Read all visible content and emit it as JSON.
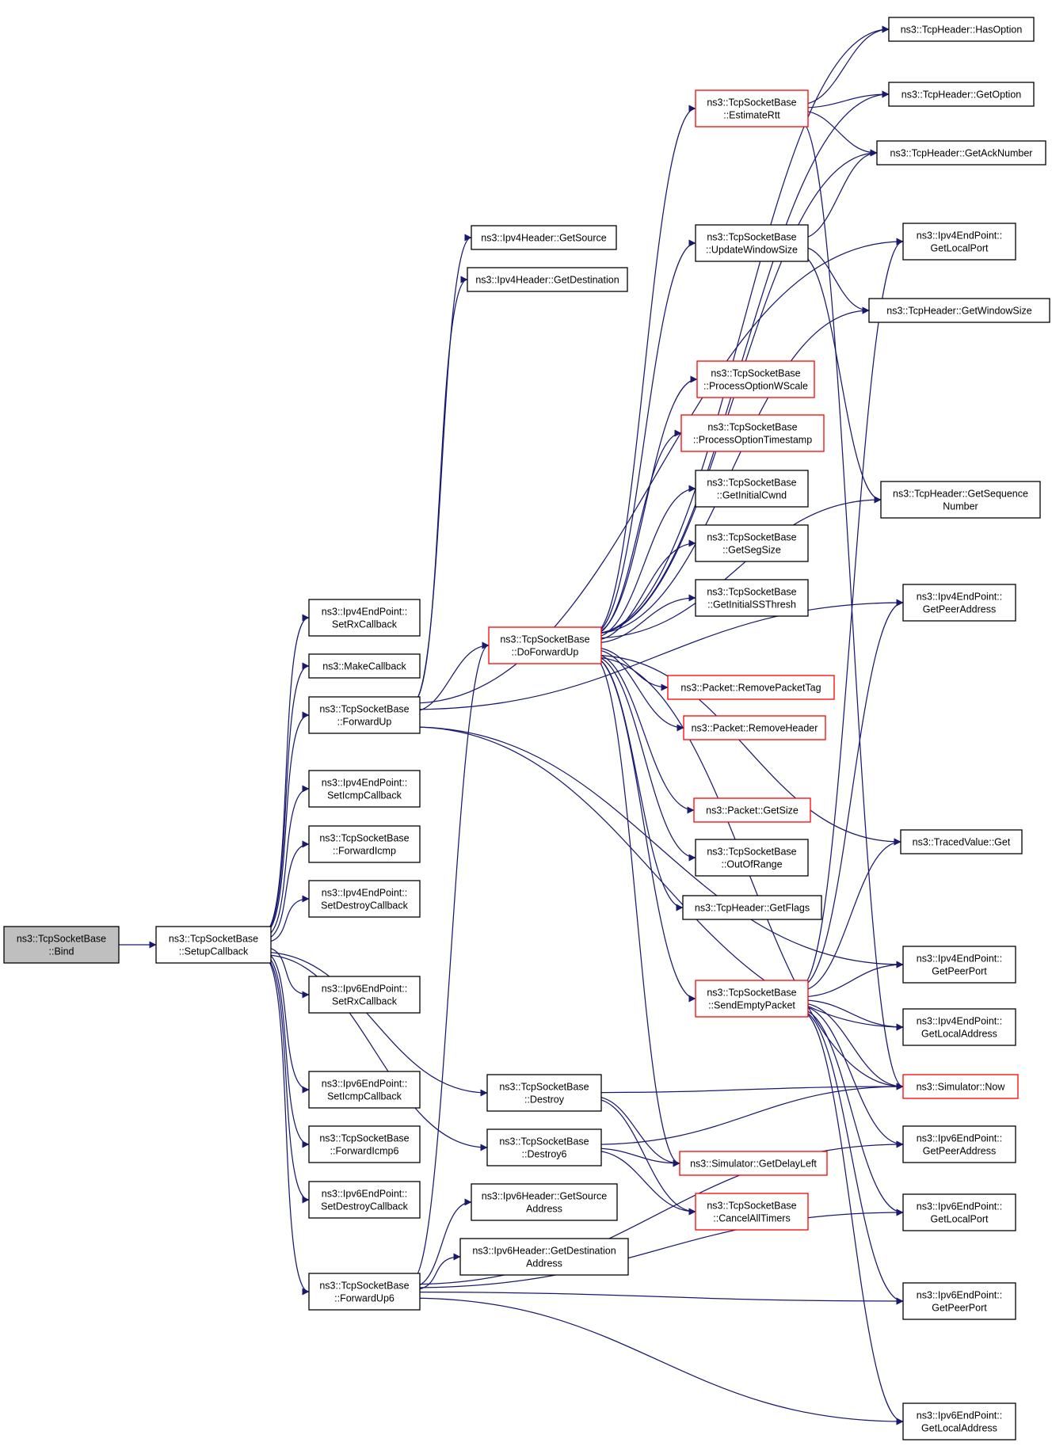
{
  "colors": {
    "edge": "#191970",
    "node_border": "#000000",
    "node_border_truncated": "#ff0000",
    "node_fill": "#ffffff",
    "root_fill": "#bfbfbf"
  },
  "nodes": [
    {
      "id": "bind",
      "lines": [
        "ns3::TcpSocketBase",
        "::Bind"
      ],
      "border": "black",
      "root": true
    },
    {
      "id": "setupcallback",
      "lines": [
        "ns3::TcpSocketBase",
        "::SetupCallback"
      ],
      "border": "black"
    },
    {
      "id": "ipv4ep_setrxcb",
      "lines": [
        "ns3::Ipv4EndPoint::",
        "SetRxCallback"
      ],
      "border": "black"
    },
    {
      "id": "makecallback",
      "lines": [
        "ns3::MakeCallback"
      ],
      "border": "black"
    },
    {
      "id": "forwardup",
      "lines": [
        "ns3::TcpSocketBase",
        "::ForwardUp"
      ],
      "border": "black"
    },
    {
      "id": "ipv4ep_seticmpcb",
      "lines": [
        "ns3::Ipv4EndPoint::",
        "SetIcmpCallback"
      ],
      "border": "black"
    },
    {
      "id": "forwardicmp",
      "lines": [
        "ns3::TcpSocketBase",
        "::ForwardIcmp"
      ],
      "border": "black"
    },
    {
      "id": "ipv4ep_setdestroycb",
      "lines": [
        "ns3::Ipv4EndPoint::",
        "SetDestroyCallback"
      ],
      "border": "black"
    },
    {
      "id": "ipv6ep_setrxcb",
      "lines": [
        "ns3::Ipv6EndPoint::",
        "SetRxCallback"
      ],
      "border": "black"
    },
    {
      "id": "ipv6ep_seticmpcb",
      "lines": [
        "ns3::Ipv6EndPoint::",
        "SetIcmpCallback"
      ],
      "border": "black"
    },
    {
      "id": "forwardicmp6",
      "lines": [
        "ns3::TcpSocketBase",
        "::ForwardIcmp6"
      ],
      "border": "black"
    },
    {
      "id": "ipv6ep_setdestroycb",
      "lines": [
        "ns3::Ipv6EndPoint::",
        "SetDestroyCallback"
      ],
      "border": "black"
    },
    {
      "id": "forwardup6",
      "lines": [
        "ns3::TcpSocketBase",
        "::ForwardUp6"
      ],
      "border": "black"
    },
    {
      "id": "ipv4h_getsource",
      "lines": [
        "ns3::Ipv4Header::GetSource"
      ],
      "border": "black"
    },
    {
      "id": "ipv4h_getdest",
      "lines": [
        "ns3::Ipv4Header::GetDestination"
      ],
      "border": "black"
    },
    {
      "id": "doforwardup",
      "lines": [
        "ns3::TcpSocketBase",
        "::DoForwardUp"
      ],
      "border": "red"
    },
    {
      "id": "destroy",
      "lines": [
        "ns3::TcpSocketBase",
        "::Destroy"
      ],
      "border": "black"
    },
    {
      "id": "destroy6",
      "lines": [
        "ns3::TcpSocketBase",
        "::Destroy6"
      ],
      "border": "black"
    },
    {
      "id": "ipv6h_getsource",
      "lines": [
        "ns3::Ipv6Header::GetSource",
        "Address"
      ],
      "border": "black"
    },
    {
      "id": "ipv6h_getdest",
      "lines": [
        "ns3::Ipv6Header::GetDestination",
        "Address"
      ],
      "border": "black"
    },
    {
      "id": "estimatertt",
      "lines": [
        "ns3::TcpSocketBase",
        "::EstimateRtt"
      ],
      "border": "red"
    },
    {
      "id": "updatewindowsize",
      "lines": [
        "ns3::TcpSocketBase",
        "::UpdateWindowSize"
      ],
      "border": "black"
    },
    {
      "id": "processoptionwscale",
      "lines": [
        "ns3::TcpSocketBase",
        "::ProcessOptionWScale"
      ],
      "border": "red"
    },
    {
      "id": "processoptiontimestamp",
      "lines": [
        "ns3::TcpSocketBase",
        "::ProcessOptionTimestamp"
      ],
      "border": "red"
    },
    {
      "id": "getinitialcwnd",
      "lines": [
        "ns3::TcpSocketBase",
        "::GetInitialCwnd"
      ],
      "border": "black"
    },
    {
      "id": "getsegsize",
      "lines": [
        "ns3::TcpSocketBase",
        "::GetSegSize"
      ],
      "border": "black"
    },
    {
      "id": "getinitialssthresh",
      "lines": [
        "ns3::TcpSocketBase",
        "::GetInitialSSThresh"
      ],
      "border": "black"
    },
    {
      "id": "removepackettag",
      "lines": [
        "ns3::Packet::RemovePacketTag"
      ],
      "border": "red"
    },
    {
      "id": "removeheader",
      "lines": [
        "ns3::Packet::RemoveHeader"
      ],
      "border": "red"
    },
    {
      "id": "packet_getsize",
      "lines": [
        "ns3::Packet::GetSize"
      ],
      "border": "red"
    },
    {
      "id": "outofrange",
      "lines": [
        "ns3::TcpSocketBase",
        "::OutOfRange"
      ],
      "border": "black"
    },
    {
      "id": "tcph_getflags",
      "lines": [
        "ns3::TcpHeader::GetFlags"
      ],
      "border": "black"
    },
    {
      "id": "sendemptypacket",
      "lines": [
        "ns3::TcpSocketBase",
        "::SendEmptyPacket"
      ],
      "border": "red"
    },
    {
      "id": "sim_getdelayleft",
      "lines": [
        "ns3::Simulator::GetDelayLeft"
      ],
      "border": "red"
    },
    {
      "id": "cancelalltimers",
      "lines": [
        "ns3::TcpSocketBase",
        "::CancelAllTimers"
      ],
      "border": "red"
    },
    {
      "id": "tcph_hasoption",
      "lines": [
        "ns3::TcpHeader::HasOption"
      ],
      "border": "black"
    },
    {
      "id": "tcph_getoption",
      "lines": [
        "ns3::TcpHeader::GetOption"
      ],
      "border": "black"
    },
    {
      "id": "tcph_getacknumber",
      "lines": [
        "ns3::TcpHeader::GetAckNumber"
      ],
      "border": "black"
    },
    {
      "id": "ipv4ep_getlocalport",
      "lines": [
        "ns3::Ipv4EndPoint::",
        "GetLocalPort"
      ],
      "border": "black"
    },
    {
      "id": "tcph_getwindowsize",
      "lines": [
        "ns3::TcpHeader::GetWindowSize"
      ],
      "border": "black"
    },
    {
      "id": "tcph_getseqnumber",
      "lines": [
        "ns3::TcpHeader::GetSequence",
        "Number"
      ],
      "border": "black"
    },
    {
      "id": "ipv4ep_getpeeraddress",
      "lines": [
        "ns3::Ipv4EndPoint::",
        "GetPeerAddress"
      ],
      "border": "black"
    },
    {
      "id": "tracedvalue_get",
      "lines": [
        "ns3::TracedValue::Get"
      ],
      "border": "black"
    },
    {
      "id": "ipv4ep_getpeerport",
      "lines": [
        "ns3::Ipv4EndPoint::",
        "GetPeerPort"
      ],
      "border": "black"
    },
    {
      "id": "ipv4ep_getlocaladdress",
      "lines": [
        "ns3::Ipv4EndPoint::",
        "GetLocalAddress"
      ],
      "border": "black"
    },
    {
      "id": "sim_now",
      "lines": [
        "ns3::Simulator::Now"
      ],
      "border": "red"
    },
    {
      "id": "ipv6ep_getpeeraddress",
      "lines": [
        "ns3::Ipv6EndPoint::",
        "GetPeerAddress"
      ],
      "border": "black"
    },
    {
      "id": "ipv6ep_getlocalport",
      "lines": [
        "ns3::Ipv6EndPoint::",
        "GetLocalPort"
      ],
      "border": "black"
    },
    {
      "id": "ipv6ep_getpeerport",
      "lines": [
        "ns3::Ipv6EndPoint::",
        "GetPeerPort"
      ],
      "border": "black"
    },
    {
      "id": "ipv6ep_getlocaladdress",
      "lines": [
        "ns3::Ipv6EndPoint::",
        "GetLocalAddress"
      ],
      "border": "black"
    }
  ],
  "edges": [
    [
      "bind",
      "setupcallback"
    ],
    [
      "setupcallback",
      "ipv4ep_setrxcb"
    ],
    [
      "setupcallback",
      "makecallback"
    ],
    [
      "setupcallback",
      "forwardup"
    ],
    [
      "setupcallback",
      "ipv4ep_seticmpcb"
    ],
    [
      "setupcallback",
      "forwardicmp"
    ],
    [
      "setupcallback",
      "ipv4ep_setdestroycb"
    ],
    [
      "setupcallback",
      "ipv6ep_setrxcb"
    ],
    [
      "setupcallback",
      "ipv6ep_seticmpcb"
    ],
    [
      "setupcallback",
      "forwardicmp6"
    ],
    [
      "setupcallback",
      "ipv6ep_setdestroycb"
    ],
    [
      "setupcallback",
      "forwardup6"
    ],
    [
      "setupcallback",
      "destroy"
    ],
    [
      "setupcallback",
      "destroy6"
    ],
    [
      "forwardup",
      "ipv4h_getsource"
    ],
    [
      "forwardup",
      "ipv4h_getdest"
    ],
    [
      "forwardup",
      "doforwardup"
    ],
    [
      "forwardup",
      "ipv4ep_getlocalport"
    ],
    [
      "forwardup",
      "ipv4ep_getpeeraddress"
    ],
    [
      "forwardup",
      "ipv4ep_getpeerport"
    ],
    [
      "forwardup",
      "ipv4ep_getlocaladdress"
    ],
    [
      "forwardup6",
      "doforwardup"
    ],
    [
      "forwardup6",
      "ipv6h_getsource"
    ],
    [
      "forwardup6",
      "ipv6h_getdest"
    ],
    [
      "forwardup6",
      "ipv6ep_getpeeraddress"
    ],
    [
      "forwardup6",
      "ipv6ep_getlocalport"
    ],
    [
      "forwardup6",
      "ipv6ep_getpeerport"
    ],
    [
      "forwardup6",
      "ipv6ep_getlocaladdress"
    ],
    [
      "doforwardup",
      "estimatertt"
    ],
    [
      "doforwardup",
      "tcph_hasoption"
    ],
    [
      "doforwardup",
      "tcph_getoption"
    ],
    [
      "doforwardup",
      "tcph_getacknumber"
    ],
    [
      "doforwardup",
      "updatewindowsize"
    ],
    [
      "doforwardup",
      "tcph_getwindowsize"
    ],
    [
      "doforwardup",
      "processoptionwscale"
    ],
    [
      "doforwardup",
      "processoptiontimestamp"
    ],
    [
      "doforwardup",
      "getinitialcwnd"
    ],
    [
      "doforwardup",
      "getsegsize"
    ],
    [
      "doforwardup",
      "getinitialssthresh"
    ],
    [
      "doforwardup",
      "tcph_getseqnumber"
    ],
    [
      "doforwardup",
      "removepackettag"
    ],
    [
      "doforwardup",
      "removeheader"
    ],
    [
      "doforwardup",
      "tracedvalue_get"
    ],
    [
      "doforwardup",
      "packet_getsize"
    ],
    [
      "doforwardup",
      "outofrange"
    ],
    [
      "doforwardup",
      "tcph_getflags"
    ],
    [
      "doforwardup",
      "sendemptypacket"
    ],
    [
      "doforwardup",
      "sim_now"
    ],
    [
      "doforwardup",
      "sim_getdelayleft"
    ],
    [
      "estimatertt",
      "tcph_hasoption"
    ],
    [
      "estimatertt",
      "tcph_getoption"
    ],
    [
      "estimatertt",
      "tcph_getacknumber"
    ],
    [
      "estimatertt",
      "sim_now"
    ],
    [
      "updatewindowsize",
      "tcph_getacknumber"
    ],
    [
      "updatewindowsize",
      "tcph_getwindowsize"
    ],
    [
      "updatewindowsize",
      "tcph_getseqnumber"
    ],
    [
      "sendemptypacket",
      "ipv4ep_getlocalport"
    ],
    [
      "sendemptypacket",
      "ipv4ep_getpeeraddress"
    ],
    [
      "sendemptypacket",
      "tracedvalue_get"
    ],
    [
      "sendemptypacket",
      "ipv4ep_getpeerport"
    ],
    [
      "sendemptypacket",
      "ipv4ep_getlocaladdress"
    ],
    [
      "sendemptypacket",
      "sim_now"
    ],
    [
      "sendemptypacket",
      "ipv6ep_getpeeraddress"
    ],
    [
      "sendemptypacket",
      "ipv6ep_getlocalport"
    ],
    [
      "sendemptypacket",
      "ipv6ep_getpeerport"
    ],
    [
      "sendemptypacket",
      "ipv6ep_getlocaladdress"
    ],
    [
      "destroy",
      "sim_now"
    ],
    [
      "destroy",
      "sim_getdelayleft"
    ],
    [
      "destroy",
      "cancelalltimers"
    ],
    [
      "destroy6",
      "sim_getdelayleft"
    ],
    [
      "destroy6",
      "cancelalltimers"
    ],
    [
      "destroy6",
      "sim_now"
    ]
  ]
}
